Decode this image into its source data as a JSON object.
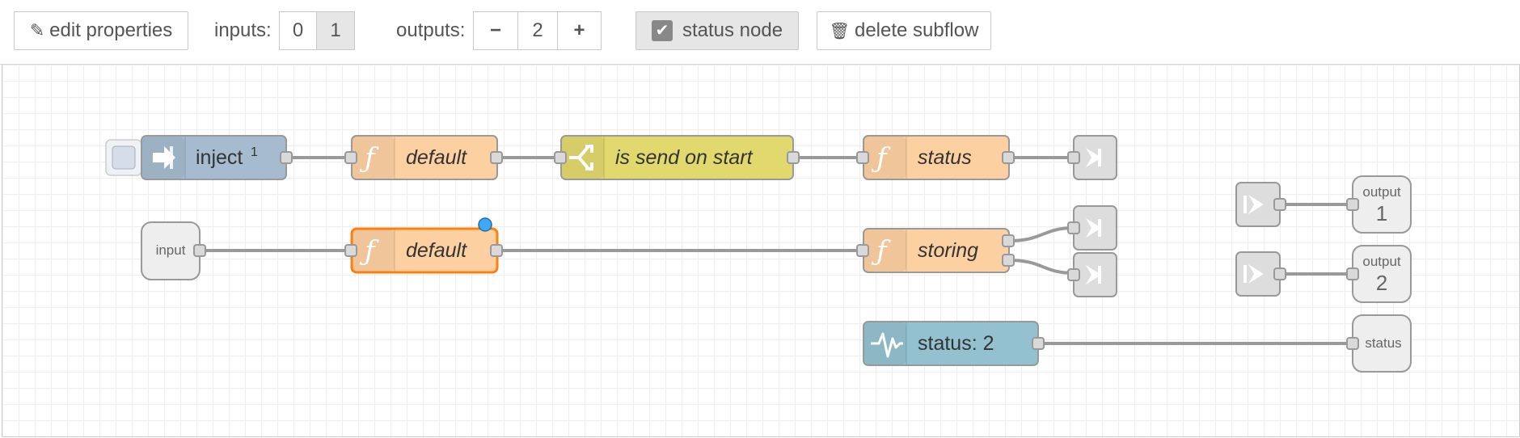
{
  "toolbar": {
    "edit_label": "edit properties",
    "inputs_label": "inputs:",
    "inputs_options": [
      "0",
      "1"
    ],
    "inputs_selected": "1",
    "outputs_label": "outputs:",
    "outputs_minus": "−",
    "outputs_value": "2",
    "outputs_plus": "+",
    "status_node_label": "status node",
    "status_node_checked": true,
    "delete_label": "delete subflow"
  },
  "nodes": {
    "inject": {
      "label": "inject",
      "sup": "1"
    },
    "function_default_1": {
      "label": "default"
    },
    "switch": {
      "label": "is send on start"
    },
    "function_status": {
      "label": "status"
    },
    "input_port": {
      "label": "input"
    },
    "function_default_2": {
      "label": "default"
    },
    "function_storing": {
      "label": "storing"
    },
    "status_node": {
      "label": "status: 2"
    },
    "output_1": {
      "label": "output",
      "number": "1"
    },
    "output_2": {
      "label": "output",
      "number": "2"
    },
    "status_port": {
      "label": "status"
    }
  },
  "colors": {
    "function": "#fdd0a2",
    "inject": "#a6bbcf",
    "switch": "#e2d96e",
    "status": "#94c1d0",
    "link": "#dddddd",
    "selected": "#ff7f0e",
    "changed_dot": "#3fa9f5"
  }
}
